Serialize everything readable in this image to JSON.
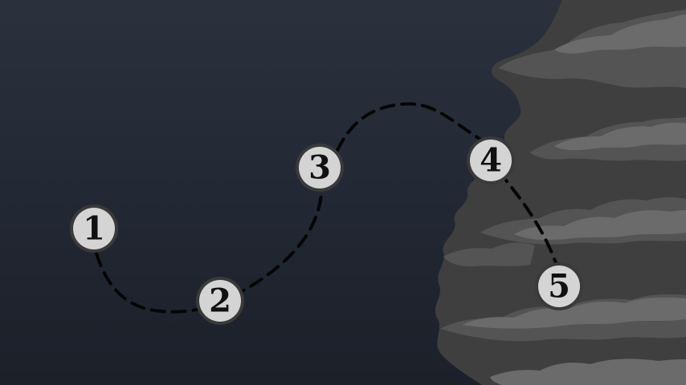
{
  "colors": {
    "path": "#050505",
    "node_fill": "#d4d4d4",
    "node_ring": "#3a3a3a",
    "node_text": "#111111",
    "cloud_light": "#6b6b6b",
    "cloud_mid": "#545454",
    "cloud_dark": "#3f3f3f"
  },
  "levels": [
    {
      "label": "1"
    },
    {
      "label": "2"
    },
    {
      "label": "3"
    },
    {
      "label": "4"
    },
    {
      "label": "5"
    }
  ]
}
